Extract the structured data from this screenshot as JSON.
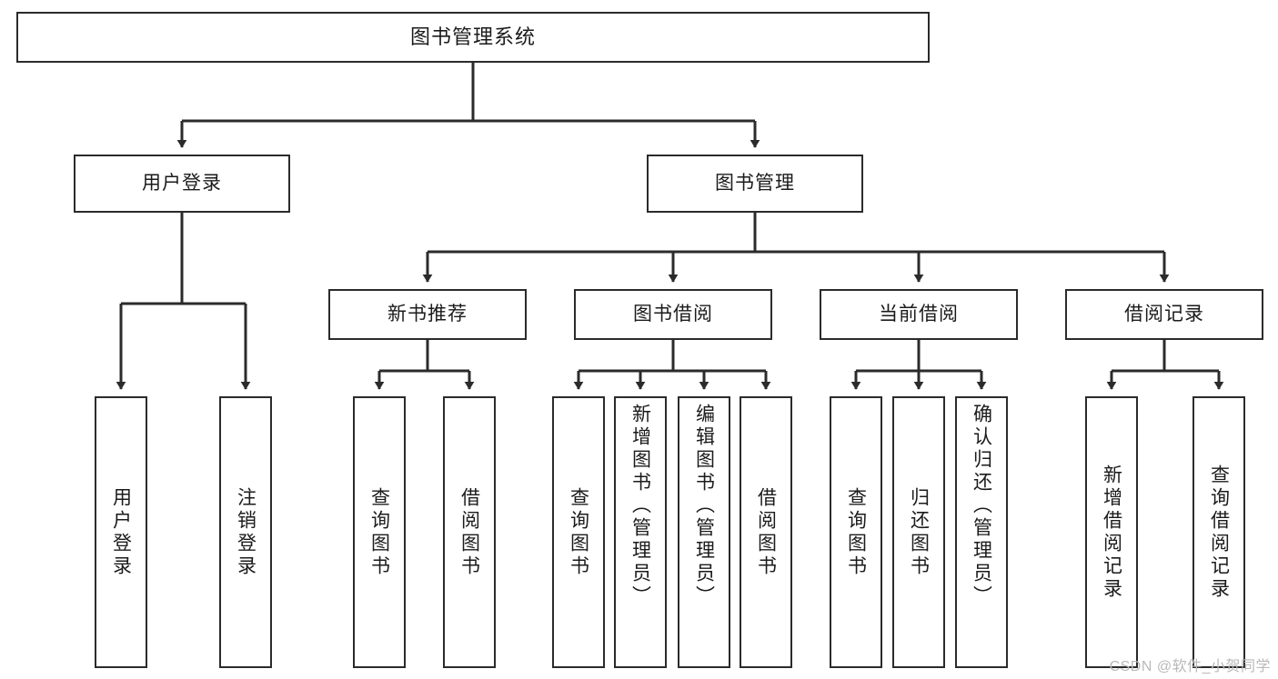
{
  "diagram": {
    "title": "图书管理系统",
    "type": "tree-hierarchy",
    "watermark": "CSDN @软件_小贺同学",
    "colors": {
      "box_border": "#2b2b2b",
      "box_fill": "#ffffff",
      "connector": "#2b2b2b",
      "text": "#1b1b1b",
      "watermark": "#b9b9b9",
      "background": "#ffffff"
    },
    "levels": {
      "root": "图书管理系统",
      "level2": [
        "用户登录",
        "图书管理"
      ],
      "level3": [
        "新书推荐",
        "图书借阅",
        "当前借阅",
        "借阅记录"
      ]
    },
    "nodes": {
      "root": {
        "label": "图书管理系统"
      },
      "user_login": {
        "label": "用户登录"
      },
      "book_admin": {
        "label": "图书管理"
      },
      "new_book_rec": {
        "label": "新书推荐"
      },
      "book_borrow": {
        "label": "图书借阅"
      },
      "current_borrow": {
        "label": "当前借阅"
      },
      "borrow_record": {
        "label": "借阅记录"
      },
      "leaf_user_login": {
        "label": "用户登录"
      },
      "leaf_logout_login": {
        "label": "注销登录"
      },
      "leaf_query_book_1": {
        "label": "查询图书"
      },
      "leaf_borrow_book_1": {
        "label": "借阅图书"
      },
      "leaf_query_book_2": {
        "label": "查询图书"
      },
      "leaf_add_book": {
        "label": "新增图书（管理员）"
      },
      "leaf_edit_book": {
        "label": "编辑图书（管理员）"
      },
      "leaf_borrow_book_2": {
        "label": "借阅图书"
      },
      "leaf_query_book_3": {
        "label": "查询图书"
      },
      "leaf_return_book": {
        "label": "归还图书"
      },
      "leaf_confirm_return": {
        "label": "确认归还（管理员）"
      },
      "leaf_add_record": {
        "label": "新增借阅记录"
      },
      "leaf_query_record": {
        "label": "查询借阅记录"
      }
    },
    "edges": [
      {
        "from": "root",
        "to": "user_login"
      },
      {
        "from": "root",
        "to": "book_admin"
      },
      {
        "from": "user_login",
        "to": "leaf_user_login"
      },
      {
        "from": "user_login",
        "to": "leaf_logout_login"
      },
      {
        "from": "book_admin",
        "to": "new_book_rec"
      },
      {
        "from": "book_admin",
        "to": "book_borrow"
      },
      {
        "from": "book_admin",
        "to": "current_borrow"
      },
      {
        "from": "book_admin",
        "to": "borrow_record"
      },
      {
        "from": "new_book_rec",
        "to": "leaf_query_book_1"
      },
      {
        "from": "new_book_rec",
        "to": "leaf_borrow_book_1"
      },
      {
        "from": "book_borrow",
        "to": "leaf_query_book_2"
      },
      {
        "from": "book_borrow",
        "to": "leaf_add_book"
      },
      {
        "from": "book_borrow",
        "to": "leaf_edit_book"
      },
      {
        "from": "book_borrow",
        "to": "leaf_borrow_book_2"
      },
      {
        "from": "current_borrow",
        "to": "leaf_query_book_3"
      },
      {
        "from": "current_borrow",
        "to": "leaf_return_book"
      },
      {
        "from": "current_borrow",
        "to": "leaf_confirm_return"
      },
      {
        "from": "borrow_record",
        "to": "leaf_add_record"
      },
      {
        "from": "borrow_record",
        "to": "leaf_query_record"
      }
    ]
  }
}
